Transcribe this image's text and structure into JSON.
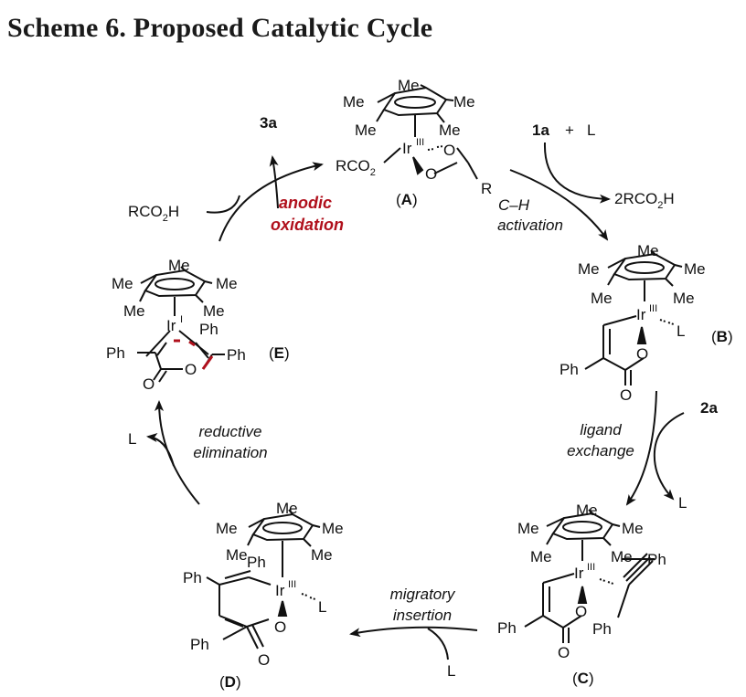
{
  "title": "Scheme 6. Proposed Catalytic Cycle",
  "colors": {
    "highlight": "#b0101c",
    "ink": "#111111"
  },
  "labels": {
    "me": "Me",
    "ir": "Ir",
    "ph": "Ph",
    "o": "O",
    "l": "L",
    "r": "R",
    "rco2": "RCO",
    "rco2_sub": "2",
    "ox_III": "III",
    "ox_I": "I",
    "h": "H"
  },
  "compounds": {
    "A": "A",
    "B": "B",
    "C": "C",
    "D": "D",
    "E": "E"
  },
  "reagents": {
    "1a": "1a",
    "plus": "+",
    "2a": "2a",
    "3a": "3a",
    "rco2h_left": "RCO",
    "two_rco2h": "2RCO"
  },
  "steps": {
    "ch_activation_1": "C–H",
    "ch_activation_2": "activation",
    "ligand_exchange_1": "ligand",
    "ligand_exchange_2": "exchange",
    "migratory_insertion_1": "migratory",
    "migratory_insertion_2": "insertion",
    "reductive_elimination_1": "reductive",
    "reductive_elimination_2": "elimination",
    "anodic_oxidation_1": "anodic",
    "anodic_oxidation_2": "oxidation"
  }
}
